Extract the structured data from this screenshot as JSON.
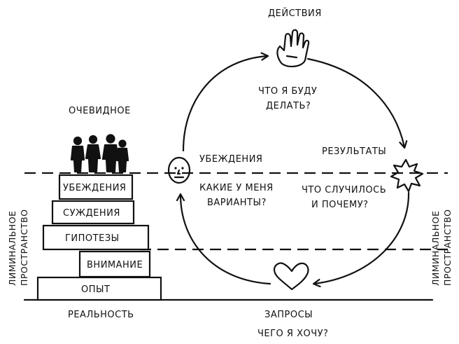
{
  "pyramid": {
    "top_label": "ОЧЕВИДНОЕ",
    "levels": [
      "УБЕЖДЕНИЯ",
      "СУЖДЕНИЯ",
      "ГИПОТЕЗЫ",
      "ВНИМАНИЕ",
      "ОПЫТ"
    ],
    "base_label": "РЕАЛЬНОСТЬ"
  },
  "side_labels": {
    "left_line1": "ЛИМИНАЛЬНОЕ",
    "left_line2": "ПРОСТРАНСТВО",
    "right_line1": "ЛИМИНАЛЬНОЕ",
    "right_line2": "ПРОСТРАНСТВО"
  },
  "cycle": {
    "top": {
      "title": "ДЕЙСТВИЯ",
      "question_line1": "ЧТО Я БУДУ",
      "question_line2": "ДЕЛАТЬ?",
      "icon": "hand-icon"
    },
    "right": {
      "title": "РЕЗУЛЬТАТЫ",
      "question_line1": "ЧТО СЛУЧИЛОСЬ",
      "question_line2": "И ПОЧЕМУ?",
      "icon": "burst-icon"
    },
    "bottom": {
      "title": "ЗАПРОСЫ",
      "question": "ЧЕГО Я ХОЧУ?",
      "icon": "heart-icon"
    },
    "left": {
      "title": "УБЕЖДЕНИЯ",
      "question_line1": "КАКИЕ У МЕНЯ",
      "question_line2": "ВАРИАНТЫ?",
      "icon": "face-icon"
    }
  }
}
